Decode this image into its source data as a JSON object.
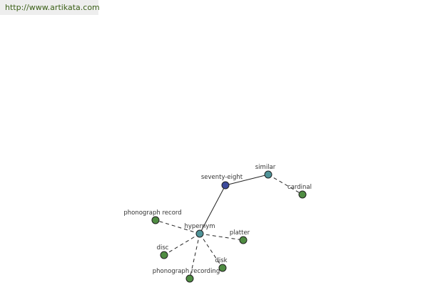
{
  "header": {
    "source_url": "http://www.artikata.com"
  },
  "colors": {
    "banner_text": "#3a5f16",
    "banner_bg": "#eeeeee",
    "main_node": "#3c4a9c",
    "connector_node": "#4f9398",
    "leaf_node": "#4f8c42",
    "edge": "#222222"
  },
  "graph": {
    "nodes": [
      {
        "id": "seventy-eight",
        "label": "seventy-eight",
        "kind": "main"
      },
      {
        "id": "similar",
        "label": "similar",
        "kind": "connector"
      },
      {
        "id": "cardinal",
        "label": "cardinal",
        "kind": "leaf"
      },
      {
        "id": "hypernym",
        "label": "hypernym",
        "kind": "connector"
      },
      {
        "id": "phonograph-record",
        "label": "phonograph record",
        "kind": "leaf"
      },
      {
        "id": "platter",
        "label": "platter",
        "kind": "leaf"
      },
      {
        "id": "disc",
        "label": "disc",
        "kind": "leaf"
      },
      {
        "id": "disk",
        "label": "disk",
        "kind": "leaf"
      },
      {
        "id": "phonograph-recording",
        "label": "phonograph recording",
        "kind": "leaf"
      }
    ],
    "edges": [
      {
        "from": "seventy-eight",
        "to": "similar",
        "style": "solid"
      },
      {
        "from": "seventy-eight",
        "to": "hypernym",
        "style": "solid"
      },
      {
        "from": "similar",
        "to": "cardinal",
        "style": "dashed"
      },
      {
        "from": "hypernym",
        "to": "phonograph-record",
        "style": "dashed"
      },
      {
        "from": "hypernym",
        "to": "platter",
        "style": "dashed"
      },
      {
        "from": "hypernym",
        "to": "disc",
        "style": "dashed"
      },
      {
        "from": "hypernym",
        "to": "disk",
        "style": "dashed"
      },
      {
        "from": "hypernym",
        "to": "phonograph-recording",
        "style": "dashed"
      }
    ]
  }
}
